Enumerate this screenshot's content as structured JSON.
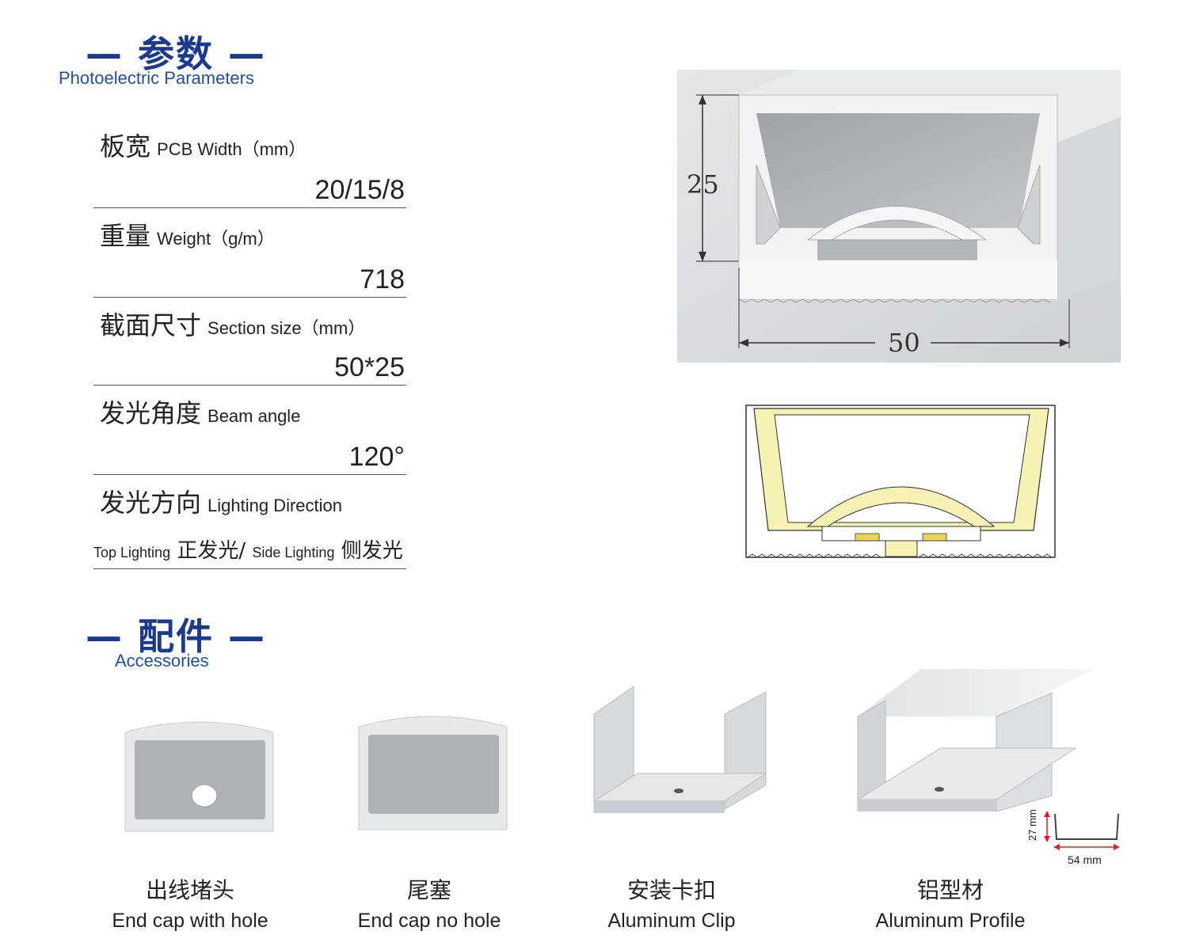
{
  "parameters": {
    "title_cn": "— 参数 —",
    "title_en": "Photoelectric Parameters",
    "rows": [
      {
        "label_cn": "板宽",
        "label_en": "PCB Width（mm）",
        "value": "20/15/8"
      },
      {
        "label_cn": "重量",
        "label_en": "Weight（g/m）",
        "value": "718"
      },
      {
        "label_cn": "截面尺寸",
        "label_en": "Section size（mm）",
        "value": "50*25"
      },
      {
        "label_cn": "发光角度",
        "label_en": "Beam angle",
        "value": "120°"
      }
    ],
    "direction": {
      "label_cn": "发光方向",
      "label_en": "Lighting Direction",
      "top_en": "Top Lighting",
      "top_cn": "正发光/",
      "side_en": "Side Lighting",
      "side_cn": "侧发光"
    }
  },
  "profile_drawing": {
    "height_label": "25",
    "width_label": "50"
  },
  "clip_drawing": {
    "height_label": "27 mm",
    "width_label": "54 mm"
  },
  "accessories": {
    "title_cn": "— 配件 —",
    "title_en": "Accessories",
    "items": [
      {
        "name_cn": "出线堵头",
        "name_en": "End cap with hole"
      },
      {
        "name_cn": "尾塞",
        "name_en": "End cap no hole"
      },
      {
        "name_cn": "安装卡扣",
        "name_en": "Aluminum Clip"
      },
      {
        "name_cn": "铝型材",
        "name_en": "Aluminum Profile"
      }
    ]
  },
  "colors": {
    "title_blue": "#1a3a8f",
    "glow_yellow": "#f6f2b4"
  }
}
